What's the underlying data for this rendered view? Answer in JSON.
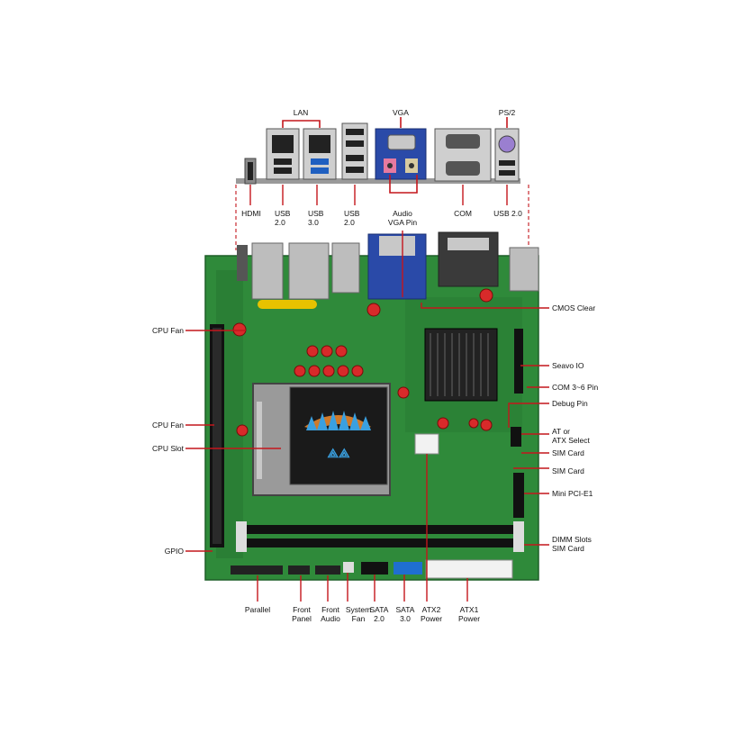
{
  "top_labels": {
    "lan": "LAN",
    "vga": "VGA",
    "ps2": "PS/2"
  },
  "io_labels": {
    "hdmi": "HDMI",
    "usb20_a": "USB\n2.0",
    "usb30": "USB\n3.0",
    "usb20_b": "USB\n2.0",
    "audio_vga": "Audio\nVGA Pin",
    "com": "COM",
    "usb20_c": "USB 2.0"
  },
  "left_labels": {
    "cpu_fan_1": "CPU Fan",
    "cpu_fan_2": "CPU Fan",
    "cpu_slot": "CPU Slot",
    "gpio": "GPIO"
  },
  "right_labels": {
    "cmos_clear": "CMOS Clear",
    "seavo_io": "Seavo IO",
    "com_3_6": "COM 3~6 Pin",
    "debug_pin": "Debug Pin",
    "at_atx": "AT or\nATX Select",
    "sim_card_1": "SIM Card",
    "sim_card_2": "SIM Card",
    "mini_pcie": "Mini PCI-E1",
    "dimm_sim": "DIMM Slots\nSIM Card"
  },
  "bottom_labels": {
    "parallel": "Parallel",
    "front_panel": "Front\nPanel",
    "front_audio": "Front\nAudio",
    "system_fan": "System\nFan",
    "sata20": "SATA\n2.0",
    "sata30": "SATA\n3.0",
    "atx2": "ATX2\nPower",
    "atx1": "ATX1\nPower"
  },
  "colors": {
    "pcb": "#2f8a3a",
    "pcb_dark": "#1f5f28",
    "leader": "#c4161c",
    "socket": "#1a1a1a",
    "vga_blue": "#2a4aa8",
    "sata_blue": "#1f6fd0",
    "silver": "#c8c8c8"
  }
}
